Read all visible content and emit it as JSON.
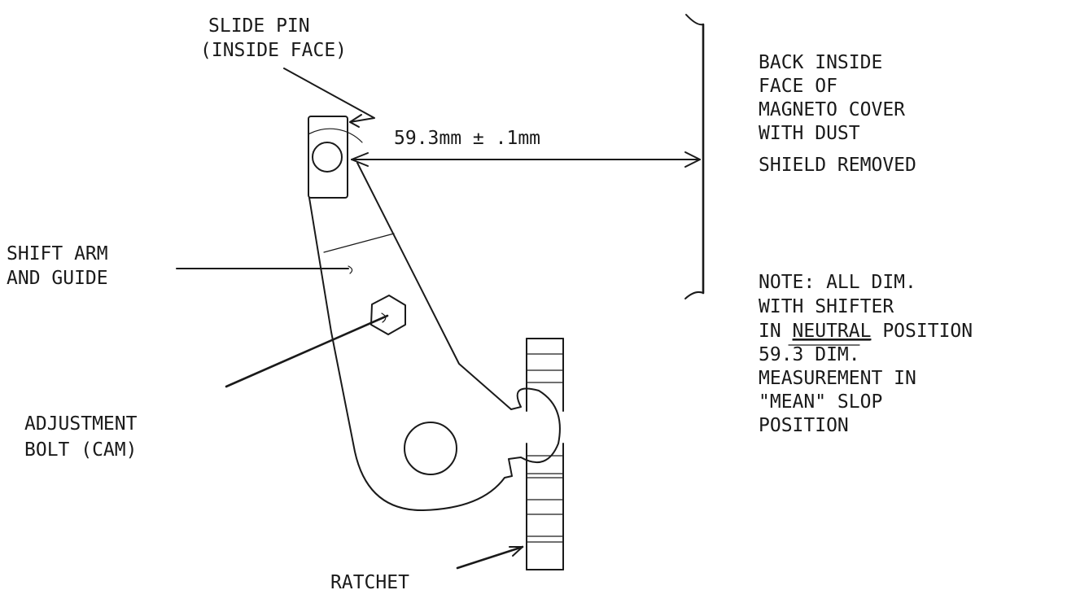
{
  "labels": {
    "slide_pin": [
      "SLIDE PIN",
      "(INSIDE FACE)"
    ],
    "dimension": "59.3mm ± .1mm",
    "back_face": [
      "BACK INSIDE",
      "FACE OF",
      "MAGNETO COVER",
      "WITH DUST",
      "SHIELD REMOVED"
    ],
    "shift_arm": [
      "SHIFT ARM",
      "AND GUIDE"
    ],
    "adjustment_bolt": [
      "ADJUSTMENT",
      "BOLT (CAM)"
    ],
    "ratchet": "RATCHET",
    "note": {
      "line1": "NOTE:  ALL DIM.",
      "line2": "WITH SHIFTER",
      "line3_prefix": "IN ",
      "line3_underlined": "NEUTRAL",
      "line3_suffix": " POSITION",
      "line4_prefix": "59.",
      "line4_overlined": "3 DIM.",
      "line5": "MEASUREMENT IN",
      "line6": "\"MEAN\" SLOP",
      "line7": "POSITION"
    }
  }
}
